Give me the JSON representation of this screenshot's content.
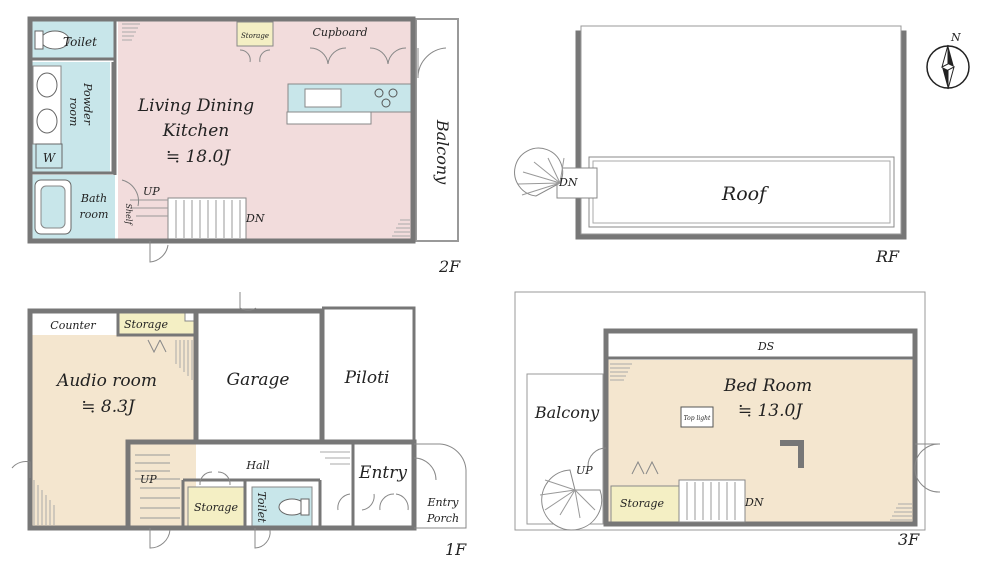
{
  "floors": {
    "f2": {
      "label": "2F",
      "rooms": {
        "toilet": "Toilet",
        "storage": "Storage",
        "cupboard": "Cupboard",
        "ldk": "Living Dining",
        "ldk2": "Kitchen",
        "ldk_size": "≒ 18.0J",
        "powder1": "Powder",
        "powder2": "room",
        "w": "W",
        "bath1": "Bath",
        "bath2": "room",
        "shelf": "Shelf",
        "balcony": "Balcony",
        "up": "UP",
        "dn": "DN"
      }
    },
    "rf": {
      "label": "RF",
      "rooms": {
        "roof": "Roof",
        "dn": "DN",
        "north": "N"
      }
    },
    "f1": {
      "label": "1F",
      "rooms": {
        "counter": "Counter",
        "storage_top": "Storage",
        "audio": "Audio room",
        "audio_size": "≒ 8.3J",
        "garage": "Garage",
        "piloti": "Piloti",
        "hall": "Hall",
        "up": "UP",
        "storage": "Storage",
        "toilet": "Toilet",
        "entry": "Entry",
        "porch1": "Entry",
        "porch2": "Porch"
      }
    },
    "f3": {
      "label": "3F",
      "rooms": {
        "ds": "DS",
        "bed": "Bed Room",
        "bed_size": "≒ 13.0J",
        "toplight": "Top light",
        "balcony": "Balcony",
        "up": "UP",
        "storage": "Storage",
        "dn": "DN"
      }
    }
  },
  "colors": {
    "pink": "#f2dcdc",
    "blue": "#c8e6ea",
    "beige": "#f4e6cf",
    "yellow": "#f4efc4",
    "wall": "#777777"
  }
}
